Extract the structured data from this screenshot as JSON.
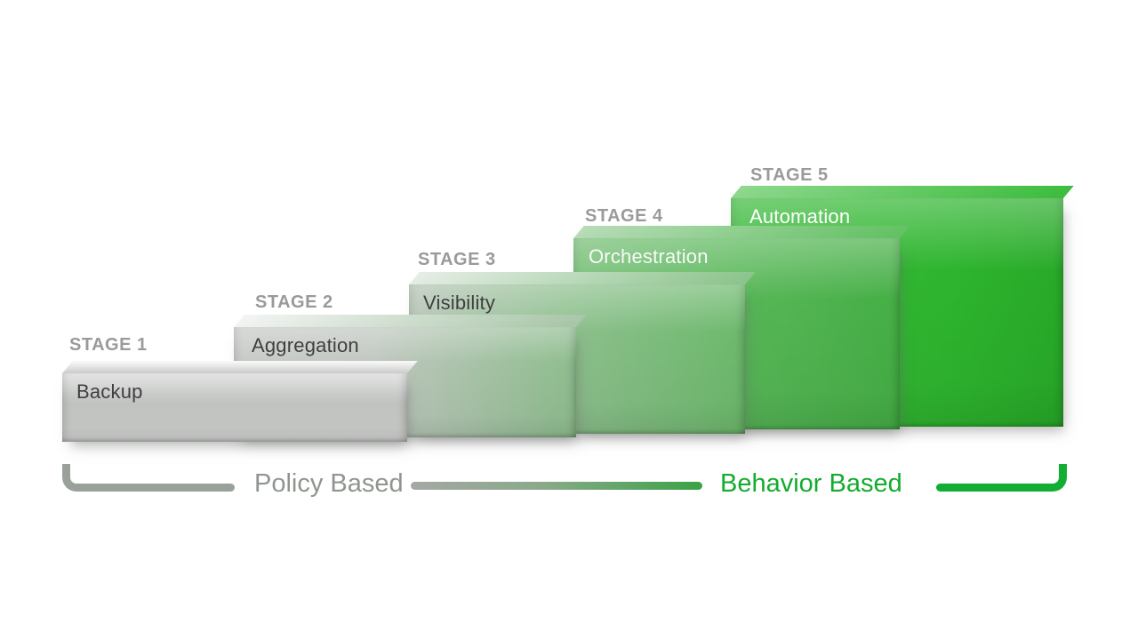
{
  "diagram": {
    "stages": [
      {
        "stage_label": "STAGE 1",
        "name": "Backup"
      },
      {
        "stage_label": "STAGE 2",
        "name": "Aggregation"
      },
      {
        "stage_label": "STAGE 3",
        "name": "Visibility"
      },
      {
        "stage_label": "STAGE 4",
        "name": "Orchestration"
      },
      {
        "stage_label": "STAGE 5",
        "name": "Automation"
      }
    ],
    "axis": {
      "policy_label": "Policy Based",
      "behavior_label": "Behavior Based"
    },
    "colors": {
      "stage_tag_gray": "#9a9a9a",
      "block_text_dark": "#3f3f3f",
      "block_text_light": "#ffffff",
      "block1_gray": "#c6c8c6",
      "block2_green_end": "#8ebd8e",
      "block3_green_end": "#6cb96c",
      "block4_green": "#54b554",
      "block5_green": "#2eb52e",
      "policy_text_gray": "#8f958f",
      "behavior_text_green": "#14ab2e",
      "bracket_gray": "#9aa19a",
      "bracket_green": "#12ae34"
    }
  }
}
